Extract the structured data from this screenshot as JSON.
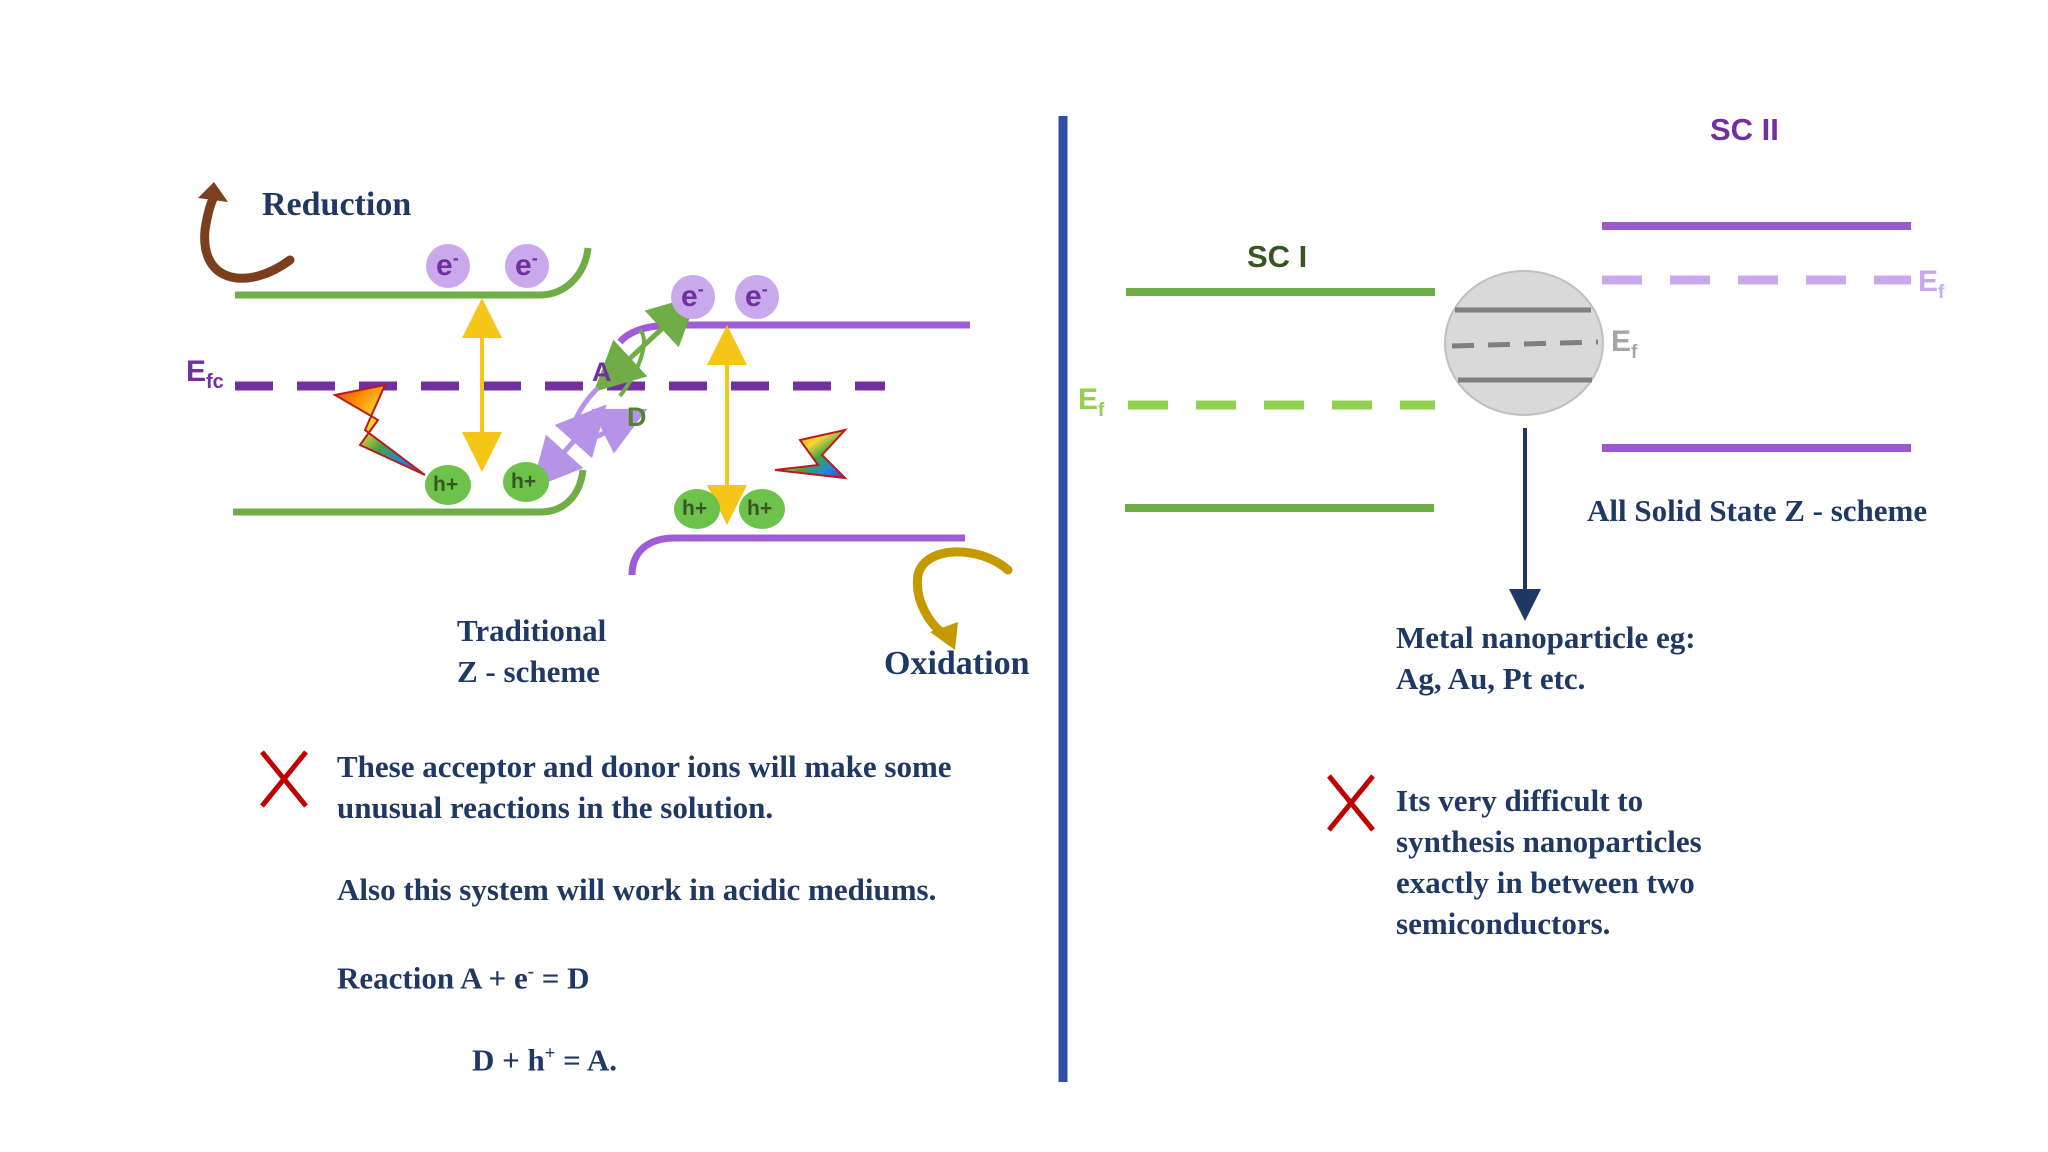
{
  "left": {
    "reduction": "Reduction",
    "oxidation": "Oxidation",
    "efc_main": "E",
    "efc_sub": "fc",
    "acceptor": "A",
    "donor": "D",
    "electron": "e",
    "electron_sup": "-",
    "hole": "h+",
    "caption_line1": "Traditional",
    "caption_line2": "Z - scheme",
    "note1_line1": "These acceptor and donor ions will make some",
    "note1_line2": "unusual reactions in the solution.",
    "note2": "Also this system will work in acidic mediums.",
    "reaction1_a": "Reaction  A + e",
    "reaction1_sup": "-",
    "reaction1_b": " = D",
    "reaction2_a": "D + h",
    "reaction2_sup": "+",
    "reaction2_b": " = A."
  },
  "right": {
    "sc1": "SC I",
    "sc2": "SC II",
    "ef_main": "E",
    "ef_sub": "f",
    "caption": "All Solid State Z - scheme",
    "metal_line1": "Metal nanoparticle eg:",
    "metal_line2": "Ag, Au, Pt etc.",
    "note_line1": "Its very difficult to",
    "note_line2": "synthesis nanoparticles",
    "note_line3": "exactly in between two",
    "note_line4": "semiconductors."
  },
  "colors": {
    "navy": "#1f3864",
    "green": "#70ad47",
    "green_dark": "#548235",
    "purple": "#7030a0",
    "purple_light": "#a67ed8",
    "lavender": "#c9a8ec",
    "yellow": "#f5c518",
    "cross_red": "#c00000",
    "divider": "#2f4fa0"
  }
}
